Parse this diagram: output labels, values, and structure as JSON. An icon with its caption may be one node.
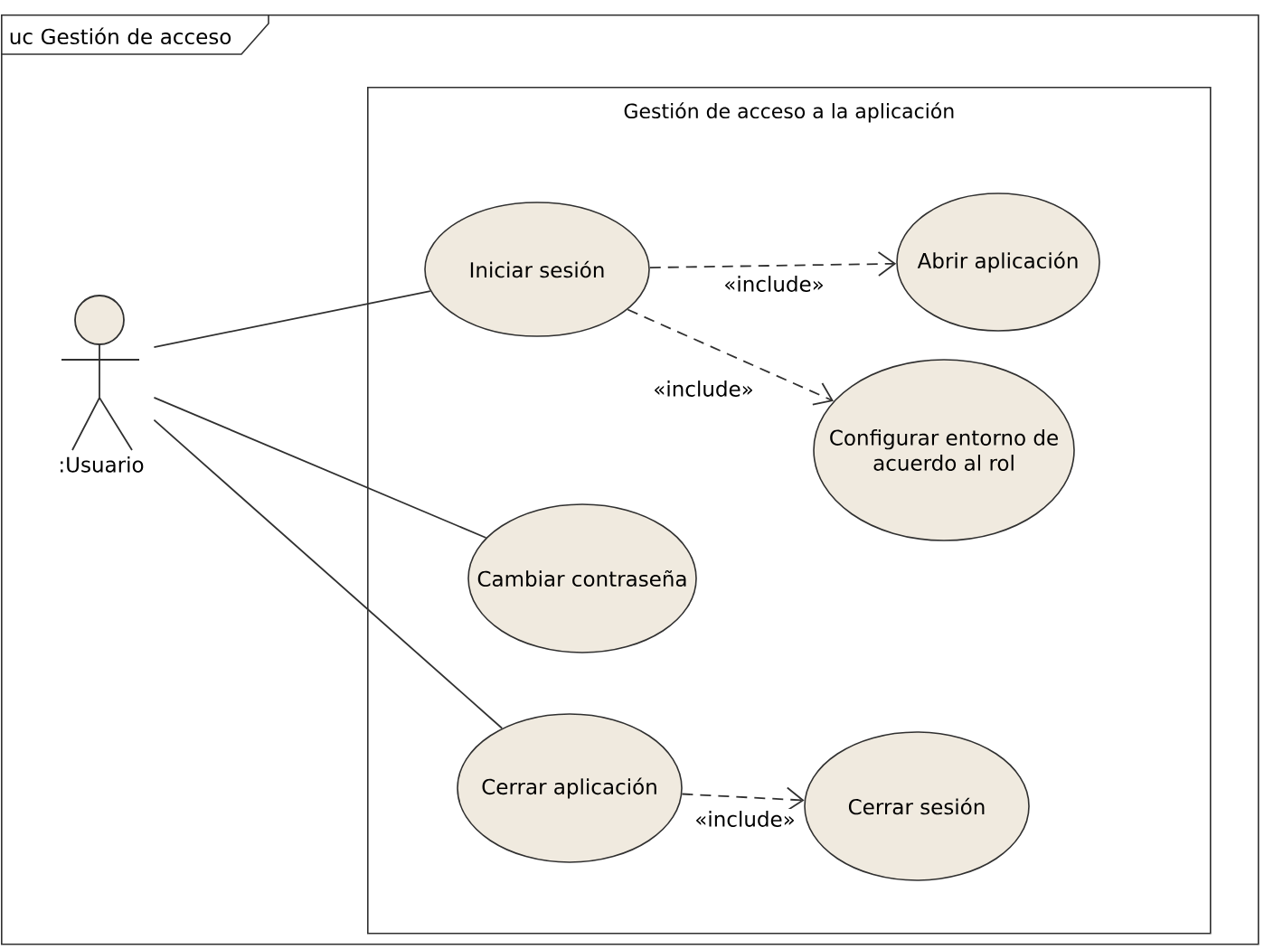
{
  "diagram": {
    "nodes": [
      {
        "text": [
          "uc Gestión de acceso"
        ]
      },
      {
        "text": [
          ":Usuario"
        ],
        "in": 0
      },
      {
        "text": [
          "Gestión de acceso a la aplicación"
        ],
        "in": 0
      },
      {
        "text": [
          "Iniciar sesión"
        ],
        "in": 2
      },
      {
        "text": [
          "Abrir aplicación"
        ],
        "in": 2
      },
      {
        "text": [
          "Configurar entorno de acuerdo al rol"
        ],
        "in": 2
      },
      {
        "text": [
          "Cambiar contraseña"
        ],
        "in": 2
      },
      {
        "text": [
          "Cerrar aplicación"
        ],
        "in": 2
      },
      {
        "text": [
          "Cerrar sesión"
        ],
        "in": 2
      }
    ],
    "edges": [
      {
        "from": 1,
        "to": 3,
        "arrow": "none"
      },
      {
        "from": 1,
        "to": 6,
        "arrow": "none"
      },
      {
        "from": 1,
        "to": 7,
        "arrow": "none"
      },
      {
        "from": 3,
        "to": 4,
        "arrow": "to",
        "style": "dashed",
        "label": "«include»"
      },
      {
        "from": 3,
        "to": 5,
        "arrow": "to",
        "style": "dashed",
        "label": "«include»"
      },
      {
        "from": 7,
        "to": 8,
        "arrow": "to",
        "style": "dashed",
        "label": "«include»"
      }
    ]
  }
}
